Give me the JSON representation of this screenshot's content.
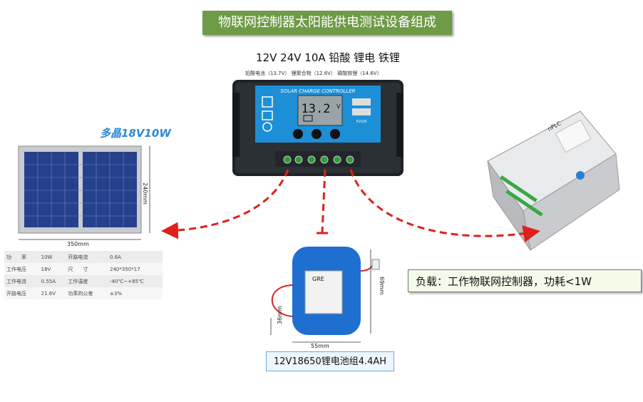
{
  "title": "物联网控制器太阳能供电测试设备组成",
  "controller": {
    "title": "12V 24V 10A 铅酸 锂电 铁锂",
    "subtitle": "铅酸电池（13.7V）   锂聚合物（12.6V）   磷酸铁锂（14.6V）",
    "brand_label": "SOLAR CHARGE CONTROLLER",
    "display_value": "13.2",
    "display_unit": "V",
    "usb_label": "5V/2A"
  },
  "solar_panel": {
    "title": "多晶18V10W",
    "width_label": "350mm",
    "height_label": "240mm",
    "specs": [
      [
        "功　　率",
        "10W",
        "开路电流",
        "0.6A"
      ],
      [
        "工作电压",
        "18V",
        "尺　　寸",
        "240*350*17"
      ],
      [
        "工作电流",
        "0.55A",
        "工作温度",
        "-40℃~+85℃"
      ],
      [
        "开路电压",
        "21.6V",
        "功率的公差",
        "±3%"
      ]
    ]
  },
  "battery": {
    "label": "12V18650锂电池组4.4AH",
    "width_label": "55mm",
    "depth_label": "36mm",
    "height_label": "69mm",
    "sticker_brand": "GRE"
  },
  "load": {
    "label": "负载：工作物联网控制器，功耗<1W",
    "device_name": "nPLC"
  },
  "colors": {
    "banner": "#6e9b46",
    "arrow": "#e0201b",
    "controller_panel": "#1d8fd6",
    "battery_blue": "#1f6fd1",
    "title_blue": "#2e8bd8"
  }
}
